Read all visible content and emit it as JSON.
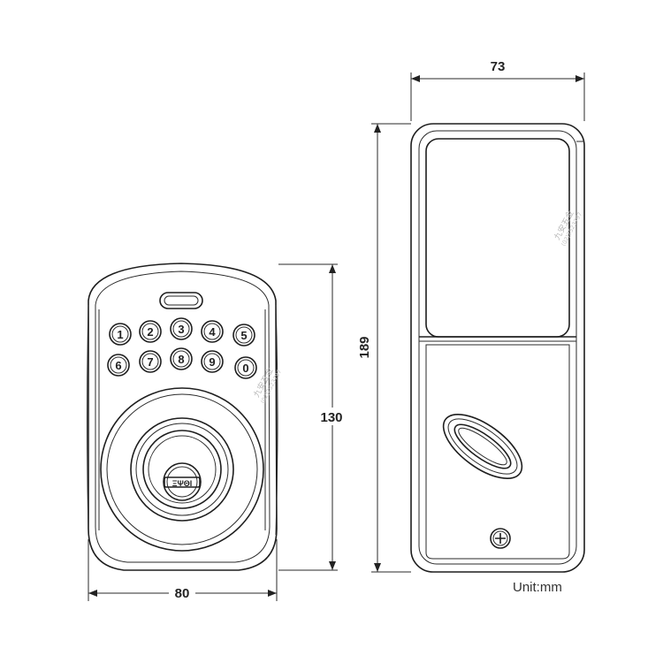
{
  "dimensions": {
    "front_width": "80",
    "front_height": "130",
    "side_width": "73",
    "side_height": "189"
  },
  "unit_label": "Unit:mm",
  "keypad": {
    "row1": [
      "1",
      "2",
      "3",
      "4",
      "5"
    ],
    "row2": [
      "6",
      "7",
      "8",
      "9",
      "0"
    ]
  },
  "cylinder_label": "ΞΨΘΙ",
  "watermark": {
    "text": "九安五金",
    "phone": "(02)2523797"
  }
}
